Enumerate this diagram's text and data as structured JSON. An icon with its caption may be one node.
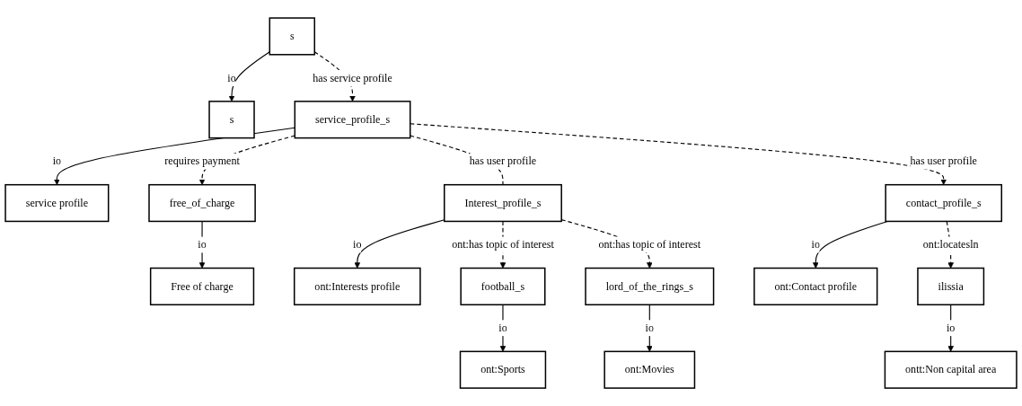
{
  "diagram": {
    "nodes": [
      {
        "text": [
          "s"
        ]
      },
      {
        "text": [
          "service profile"
        ]
      },
      {
        "text": [
          "s"
        ]
      },
      {
        "text": [
          "Free of charge"
        ]
      },
      {
        "text": [
          "ont:Interests profile"
        ]
      },
      {
        "text": [
          "service_profile_s"
        ]
      },
      {
        "text": [
          "ont:Contact profile"
        ]
      },
      {
        "text": [
          "free_of_charge"
        ]
      },
      {
        "text": [
          "ont:Sports"
        ]
      },
      {
        "text": [
          "Interest_profile_s"
        ]
      },
      {
        "text": [
          "ont:Movies"
        ]
      },
      {
        "text": [
          "contact_profile_s"
        ]
      },
      {
        "text": [
          "ontt:Non capital area"
        ]
      },
      {
        "text": [
          "football_s"
        ]
      },
      {
        "text": [
          "lord_of_the_rings_s"
        ]
      },
      {
        "text": [
          "ilissia"
        ]
      }
    ],
    "edges": [
      {
        "from": 2,
        "to": 0,
        "arrow": "to",
        "label": "io"
      },
      {
        "from": 5,
        "to": 1,
        "arrow": "to",
        "label": "io"
      },
      {
        "from": 2,
        "to": 5,
        "arrow": "to",
        "label": "has service profile",
        "style": "dashed"
      },
      {
        "from": 7,
        "to": 3,
        "arrow": "to",
        "label": "io"
      },
      {
        "from": 9,
        "to": 4,
        "arrow": "to",
        "label": "io"
      },
      {
        "from": 5,
        "to": 7,
        "arrow": "to",
        "label": "requires payment",
        "style": "dashed"
      },
      {
        "from": 5,
        "to": 9,
        "arrow": "none",
        "label": "has user profile",
        "style": "dashed"
      },
      {
        "from": 5,
        "to": 11,
        "arrow": "to",
        "label": "has user profile",
        "style": "dashed"
      },
      {
        "from": 11,
        "to": 6,
        "arrow": "to",
        "label": "io"
      },
      {
        "from": 13,
        "to": 8,
        "arrow": "to",
        "label": "io"
      },
      {
        "from": 9,
        "to": 13,
        "arrow": "to",
        "label": "ont:has topic of interest",
        "style": "dashed"
      },
      {
        "from": 9,
        "to": 14,
        "arrow": "to",
        "label": "ont:has topic of interest",
        "style": "dashed"
      },
      {
        "from": 14,
        "to": 10,
        "arrow": "to",
        "label": "io"
      },
      {
        "from": 11,
        "to": 15,
        "arrow": "to",
        "label": "ont:locatesln",
        "style": "dashed"
      },
      {
        "from": 15,
        "to": 12,
        "arrow": "to",
        "label": "io"
      }
    ]
  }
}
